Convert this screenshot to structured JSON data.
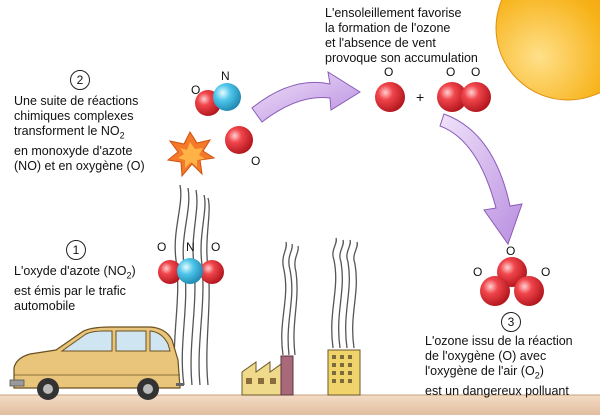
{
  "step1": {
    "number": "1",
    "lines": [
      "L'oxyde d'azote (NO",
      "2",
      ")",
      "est émis par le trafic",
      "automobile"
    ]
  },
  "step2": {
    "number": "2",
    "lines": [
      "Une suite de réactions",
      "chimiques complexes",
      "transforment le NO",
      "2",
      "en monoxyde d'azote",
      "(NO) et en oxygène (O)"
    ]
  },
  "sun_text": {
    "lines": [
      "L'ensoleillement favorise",
      "la formation de l'ozone",
      "et l'absence de vent",
      "provoque son accumulation"
    ]
  },
  "step3": {
    "number": "3",
    "lines": [
      "L'ozone issu de la réaction",
      "de l'oxygène (O) avec",
      "l'oxygène de l'air (O",
      "2",
      ")",
      "est un dangereux polluant"
    ]
  },
  "atom_labels": {
    "n": "N",
    "o": "O",
    "plus": "+"
  },
  "colors": {
    "oxygen": "#e8323a",
    "nitrogen": "#3fb8e0",
    "sun": "#f7b218",
    "arrow": "#c9a6e6",
    "car": "#e6c070",
    "ground": "#e8c9a8"
  }
}
